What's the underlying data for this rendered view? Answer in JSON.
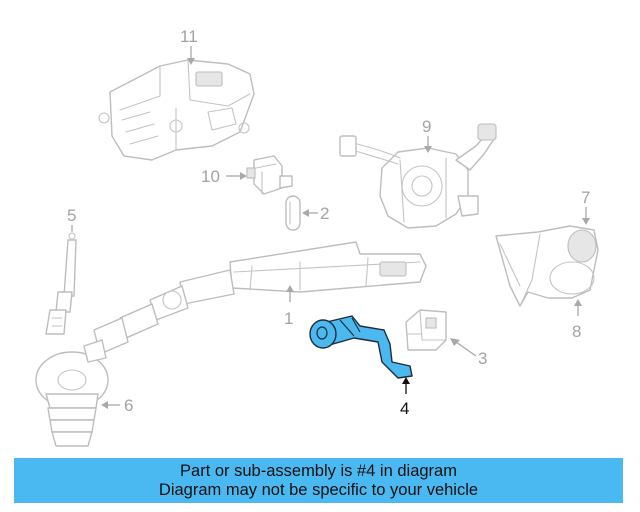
{
  "diagram": {
    "callouts": {
      "c1": "1",
      "c2": "2",
      "c3": "3",
      "c4": "4",
      "c5": "5",
      "c6": "6",
      "c7": "7",
      "c8": "8",
      "c9": "9",
      "c10": "10",
      "c11": "11"
    },
    "highlighted_part": "4",
    "colors": {
      "highlight": "#4bb9ef",
      "outline": "#bdbdbd",
      "banner": "#4bb9f1"
    }
  },
  "banner": {
    "line1": "Part or sub-assembly is #4 in diagram",
    "line2": "Diagram may not be specific to your vehicle"
  }
}
